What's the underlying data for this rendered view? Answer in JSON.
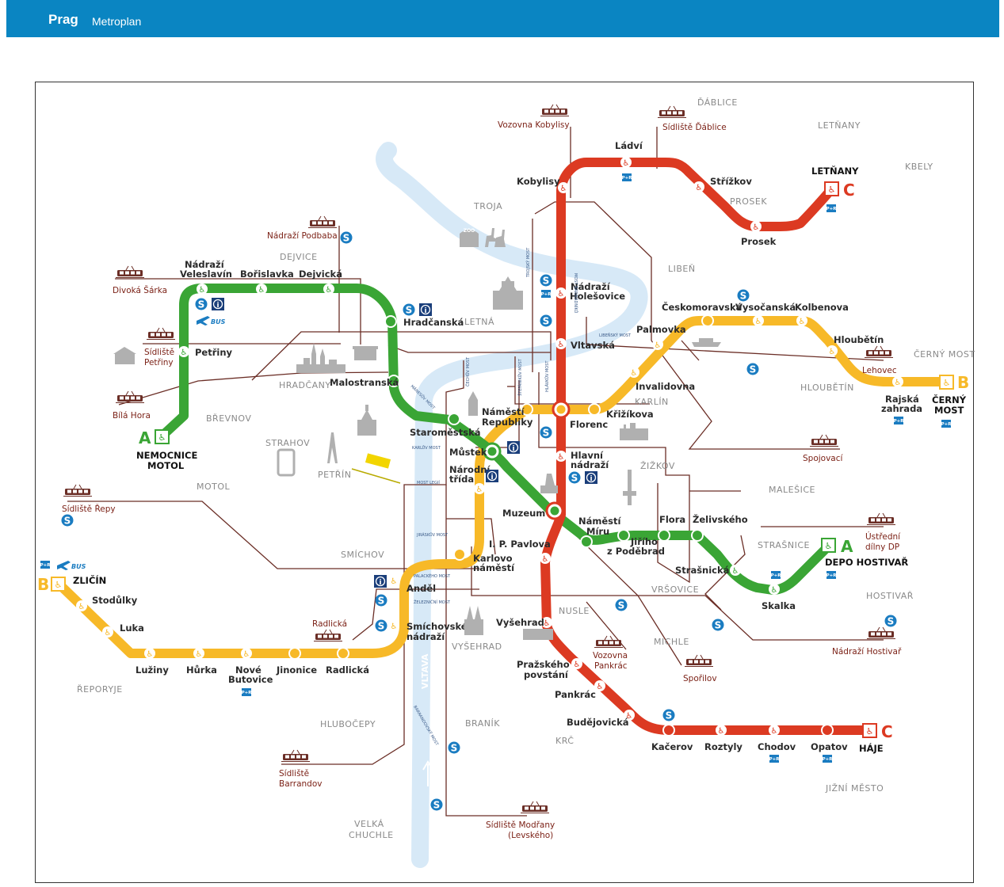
{
  "header": {
    "city": "Prag",
    "subtitle": "Metroplan"
  },
  "colors": {
    "lineA": "#3aa535",
    "lineB": "#f7b928",
    "lineC": "#dc3a22",
    "tram": "#6b2e26",
    "river": "#d7e9f7",
    "header": "#0a85c2"
  },
  "lines": [
    {
      "name": "A",
      "color": "#3aa535",
      "termini": [
        "NEMOCNICE MOTOL",
        "DEPO HOSTIVAŘ"
      ]
    },
    {
      "name": "B",
      "color": "#f7b928",
      "termini": [
        "ZLIČÍN",
        "ČERNÝ MOST"
      ]
    },
    {
      "name": "C",
      "color": "#dc3a22",
      "termini": [
        "LETŇANY",
        "HÁJE"
      ]
    }
  ],
  "stations": {
    "nemocnice_motol_1": "NEMOCNICE",
    "nemocnice_motol_2": "MOTOL",
    "petriny": "Petřiny",
    "nadrazi_veleslavin_1": "Nádraží",
    "nadrazi_veleslavin_2": "Veleslavín",
    "borislavka": "Bořislavka",
    "dejvicka": "Dejvická",
    "hradcanska": "Hradčanská",
    "malostranska": "Malostranská",
    "staromestska": "Staroměstská",
    "mustek": "Můstek",
    "muzeum": "Muzeum",
    "namesti_miru_1": "Náměstí",
    "namesti_miru_2": "Míru",
    "jiriho_1": "Jiřího",
    "jiriho_2": "z Poděbrad",
    "flora": "Flora",
    "zelivskeho": "Želivského",
    "strasnicka": "Strašnická",
    "skalka": "Skalka",
    "depo_hostivar": "DEPO HOSTIVAŘ",
    "zlicin": "ZLIČÍN",
    "stodulky": "Stodůlky",
    "luka": "Luka",
    "luziny": "Lužiny",
    "hurka": "Hůrka",
    "nove_butovice_1": "Nové",
    "nove_butovice_2": "Butovice",
    "jinonice": "Jinonice",
    "radlicka": "Radlická",
    "smichovske_1": "Smíchovské",
    "smichovske_2": "nádraží",
    "andel": "Anděl",
    "karlovo_1": "Karlovo",
    "karlovo_2": "náměstí",
    "narodni_1": "Národní",
    "narodni_2": "třída",
    "namesti_republiky_1": "Náměstí",
    "namesti_republiky_2": "Republiky",
    "florenc": "Florenc",
    "krizikova": "Křižíkova",
    "invalidovna": "Invalidovna",
    "palmovka": "Palmovka",
    "ceskomoravska": "Českomoravská",
    "vysocanska": "Vysočanská",
    "kolbenova": "Kolbenova",
    "hloubetin": "Hloubětín",
    "rajska_1": "Rajská",
    "rajska_2": "zahrada",
    "cerny_most_1": "ČERNÝ",
    "cerny_most_2": "MOST",
    "letnany": "LETŇANY",
    "prosek": "Prosek",
    "strizkov": "Střížkov",
    "ladvi": "Ládví",
    "kobylisy": "Kobylisy",
    "holesovice_1": "Nádraží",
    "holesovice_2": "Holešovice",
    "vltavska": "Vltavská",
    "hlavni_1": "Hlavní",
    "hlavni_2": "nádraží",
    "ip_pavlova": "I. P. Pavlova",
    "vysehrad": "Vyšehrad",
    "prazskeho_1": "Pražského",
    "prazskeho_2": "povstání",
    "pankrac": "Pankrác",
    "budejovicka": "Budějovická",
    "kacerov": "Kačerov",
    "roztyly": "Roztyly",
    "chodov": "Chodov",
    "opatov": "Opatov",
    "haje": "HÁJE"
  },
  "tram_depots": {
    "vozovna_kobylisy": "Vozovna Kobylisy",
    "sidliste_dablice": "Sídliště Ďáblice",
    "nadrazi_podbaba": "Nádraží Podbaba",
    "divoka_sarka": "Divoká Šárka",
    "sidliste_petriny_1": "Sídliště",
    "sidliste_petriny_2": "Petřiny",
    "bila_hora": "Bílá Hora",
    "sidliste_repy": "Sídliště Řepy",
    "lehovec": "Lehovec",
    "spojovaci": "Spojovací",
    "ustredni_1": "Ústřední",
    "ustredni_2": "dílny DP",
    "nadrazi_hostivar": "Nádraží Hostivař",
    "sporilov": "Spořilov",
    "vozovna_pankrac_1": "Vozovna",
    "vozovna_pankrac_2": "Pankrác",
    "radlicka_tram": "Radlická",
    "sidliste_barrandov_1": "Sídliště",
    "sidliste_barrandov_2": "Barrandov",
    "sidliste_modrany_1": "Sídliště Modřany",
    "sidliste_modrany_2": "(Levského)"
  },
  "districts": {
    "dablice": "ĎÁBLICE",
    "letnany": "LETŇANY",
    "kbely": "KBELY",
    "troja": "TROJA",
    "prosek": "PROSEK",
    "liben": "LIBEŇ",
    "dejvice": "DEJVICE",
    "letna": "LETNÁ",
    "cerny_most": "ČERNÝ MOST",
    "hloubetin": "HLOUBĚTÍN",
    "hradcany": "HRADČANY",
    "brevnov": "BŘEVNOV",
    "karlin": "KARLÍN",
    "strahov": "STRAHOV",
    "petrin": "PETŘÍN",
    "zizkov": "ŽIŽKOV",
    "motol": "MOTOL",
    "malesice": "MALEŠICE",
    "smichov": "SMÍCHOV",
    "strasnice": "STRAŠNICE",
    "vrsovice": "VRŠOVICE",
    "hostivar": "HOSTIVAŘ",
    "nusle": "NUSLE",
    "vysehrad": "VYŠEHRAD",
    "michle": "MICHLE",
    "reporyje": "ŘEPORYJE",
    "branik": "BRANÍK",
    "hlubocepy": "HLUBOČEPY",
    "krc": "KRČ",
    "jizni_mesto": "JIŽNÍ MĚSTO",
    "velka_chuchle_1": "VELKÁ",
    "velka_chuchle_2": "CHUCHLE"
  },
  "river": {
    "name": "VLTAVA"
  },
  "bridges": {
    "liben": "LIBEŇSKÝ MOST",
    "troja": "TROJSKÝ MOST",
    "barikadniku": "MOST BARIKÁDNÍKŮ",
    "hlavkuv": "HLÁVKŮV MOST",
    "stefanikuv": "ŠTEFÁNIKŮV MOST",
    "cechuv": "ČECHŮV MOST",
    "manesuv": "MÁNESŮV MOST",
    "karluv": "KARLŮV MOST",
    "legii": "MOST LEGIÍ",
    "jiraskuv": "JIRÁSKŮV MOST",
    "palackeho": "PALACKÉHO MOST",
    "zeleznicni": "ŽELEZNIČNÍ MOST",
    "barrandovsky": "BARRANDOVSKÝ MOST"
  },
  "symbols": {
    "park_ride": "P+R",
    "bus": "BUS",
    "zoo": "ZOO",
    "s_train": "S",
    "info": "i"
  }
}
